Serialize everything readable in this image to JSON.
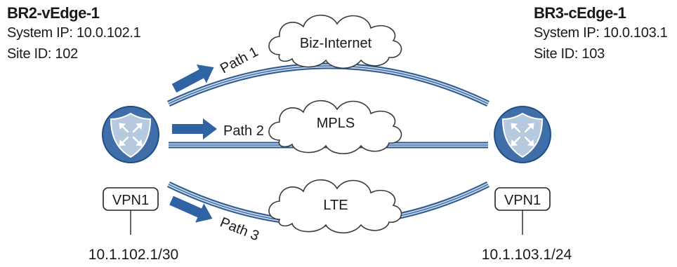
{
  "left_node": {
    "name": "BR2-vEdge-1",
    "system_ip": "System IP: 10.0.102.1",
    "site_id": "Site ID: 102",
    "vpn_label": "VPN1",
    "subnet": "10.1.102.1/30"
  },
  "right_node": {
    "name": "BR3-cEdge-1",
    "system_ip": "System IP: 10.0.103.1",
    "site_id": "Site ID: 103",
    "vpn_label": "VPN1",
    "subnet": "10.1.103.1/24"
  },
  "transports": [
    {
      "cloud_label": "Biz-Internet",
      "path_label": "Path 1"
    },
    {
      "cloud_label": "MPLS",
      "path_label": "Path 2"
    },
    {
      "cloud_label": "LTE",
      "path_label": "Path 3"
    }
  ],
  "colors": {
    "router_blue": "#3f6ea8",
    "router_dark": "#1f4e84",
    "shield_light": "#b7c9de",
    "tunnel_blue": "#2a5a92",
    "tunnel_light": "#c3d4e8",
    "arrow_blue": "#2f63a3"
  },
  "icons": [
    "router-shield-icon",
    "cloud-icon",
    "arrow-icon"
  ]
}
